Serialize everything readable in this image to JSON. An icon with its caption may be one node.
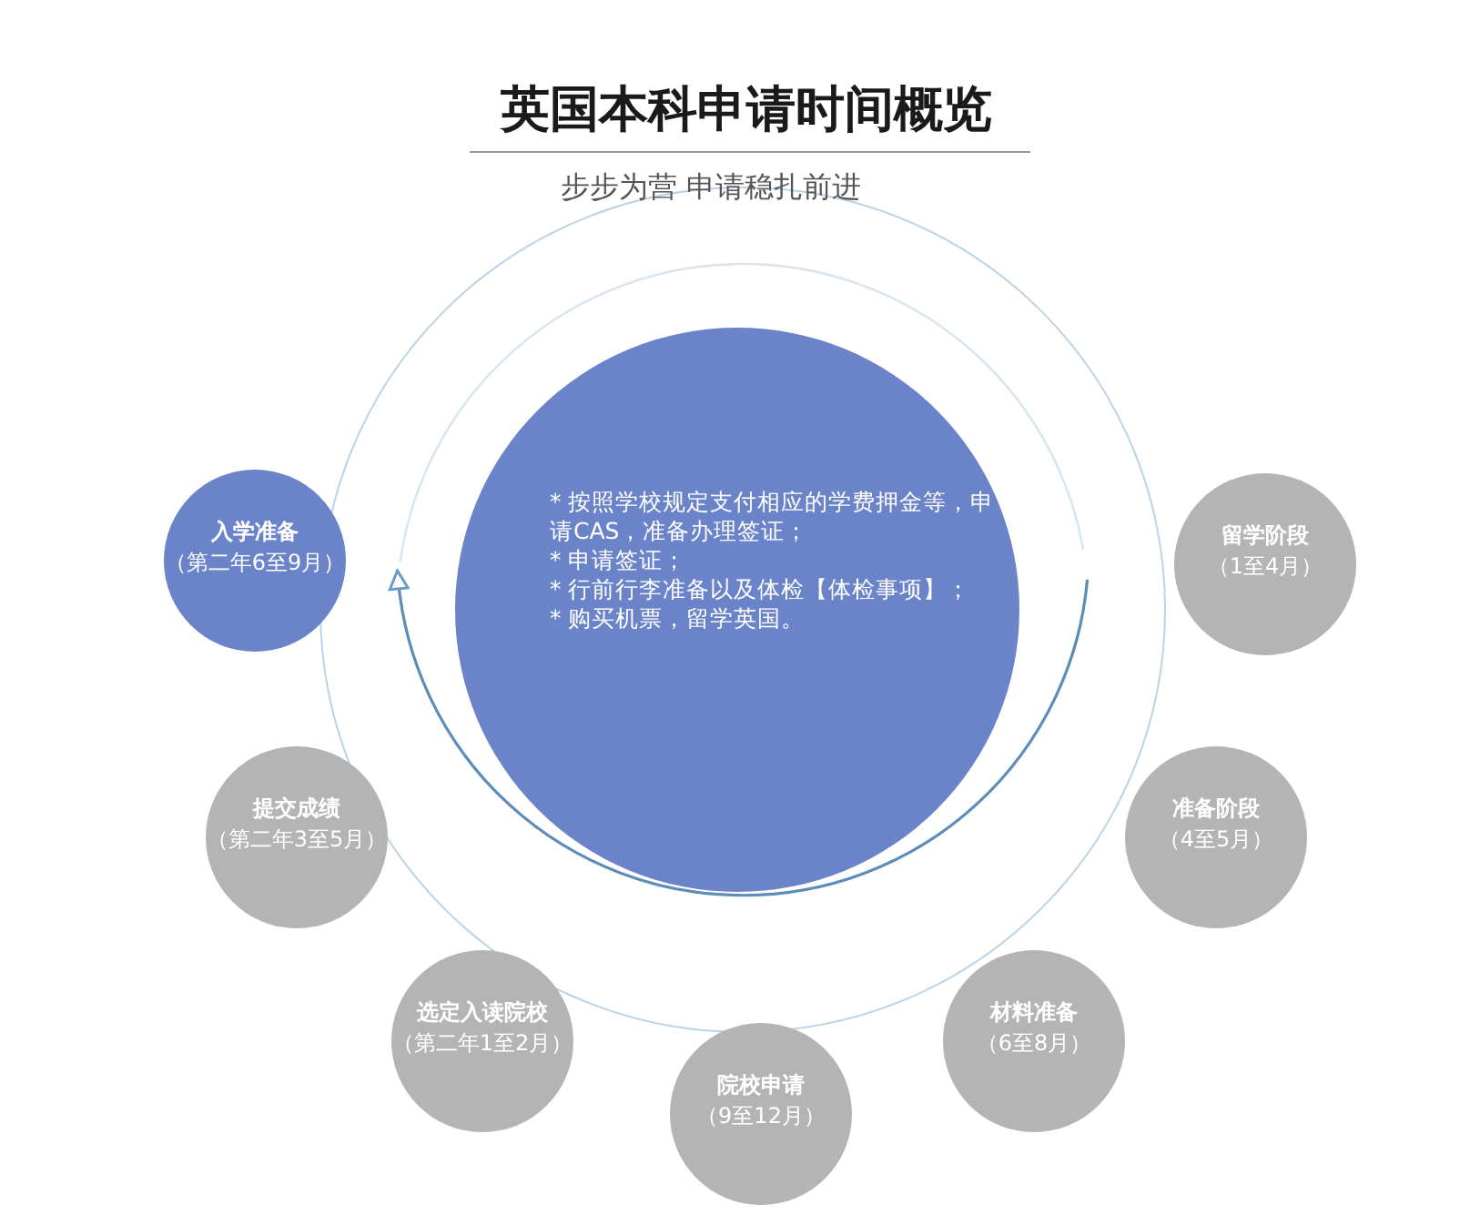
{
  "diagram": {
    "title": "英国本科申请时间概览",
    "nodes": [
      {
        "text": [
          "* 按照学校规定支付相应的学费押金等，申请CAS，准备办理签证；",
          "* 申请签证；",
          "* 行前行李准备以及体检【体检事项】；",
          "* 购买机票，留学英国。"
        ]
      },
      {
        "text": [
          "入学准备",
          "（第二年6至9月）"
        ]
      },
      {
        "text": [
          "留学阶段",
          "（1至4月）"
        ]
      },
      {
        "text": [
          "提交成绩",
          "（第二年3至5月）"
        ]
      },
      {
        "text": [
          "准备阶段",
          "（4至5月）"
        ]
      },
      {
        "text": [
          "选定入读院校",
          "（第二年1至2月）"
        ]
      },
      {
        "text": [
          "材料准备",
          "（6至8月）"
        ]
      },
      {
        "text": [
          "院校申请",
          "（9至12月）"
        ]
      }
    ],
    "labels": [
      "步步为营 申请稳扎前进"
    ]
  }
}
